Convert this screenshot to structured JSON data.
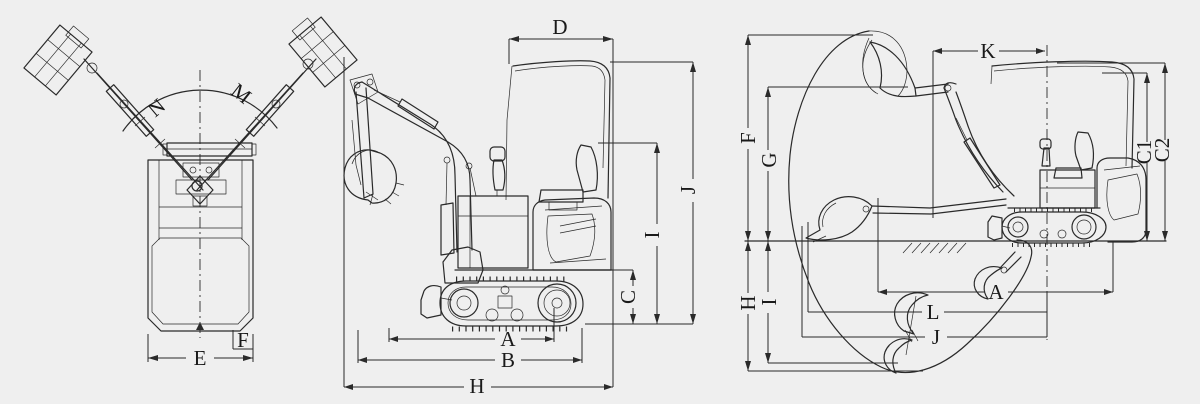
{
  "diagram_title": "Mini excavator dimension drawing",
  "colors": {
    "background": "#efefef",
    "ink": "#2a2a2a"
  },
  "labels": {
    "top_view": {
      "N": "N",
      "M": "M",
      "E": "E",
      "F": "F"
    },
    "side_view": {
      "D": "D",
      "J": "J",
      "I": "I",
      "C": "C",
      "A": "A",
      "B": "B",
      "H": "H"
    },
    "working_range": {
      "F": "F",
      "G": "G",
      "H": "H",
      "I": "I",
      "K": "K",
      "C1": "C1",
      "C2": "C2",
      "A": "A",
      "L": "L",
      "J": "J"
    }
  }
}
